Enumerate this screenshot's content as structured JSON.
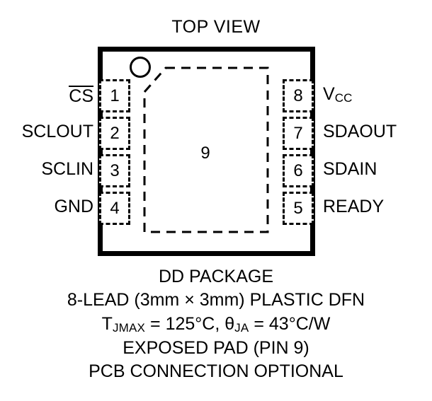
{
  "title": "TOP VIEW",
  "package": {
    "pad_number": "9",
    "pin1_indicator": "pin-1-dot"
  },
  "pins": {
    "left": [
      {
        "number": "1",
        "label": "CS",
        "overline": true
      },
      {
        "number": "2",
        "label": "SCLOUT",
        "overline": false
      },
      {
        "number": "3",
        "label": "SCLIN",
        "overline": false
      },
      {
        "number": "4",
        "label": "GND",
        "overline": false
      }
    ],
    "right": [
      {
        "number": "8",
        "label": "V",
        "subscript": "CC"
      },
      {
        "number": "7",
        "label": "SDAOUT",
        "subscript": ""
      },
      {
        "number": "6",
        "label": "SDAIN",
        "subscript": ""
      },
      {
        "number": "5",
        "label": "READY",
        "subscript": ""
      }
    ]
  },
  "caption": {
    "line1": "DD PACKAGE",
    "line2": "8-LEAD (3mm × 3mm) PLASTIC DFN",
    "line3_prefix": "T",
    "line3_sub1": "JMAX",
    "line3_mid": " = 125°C, θ",
    "line3_sub2": "JA",
    "line3_suffix": " = 43°C/W",
    "line4": "EXPOSED PAD (PIN 9)",
    "line5": "PCB CONNECTION OPTIONAL"
  },
  "colors": {
    "ink": "#000000",
    "background": "#ffffff"
  }
}
